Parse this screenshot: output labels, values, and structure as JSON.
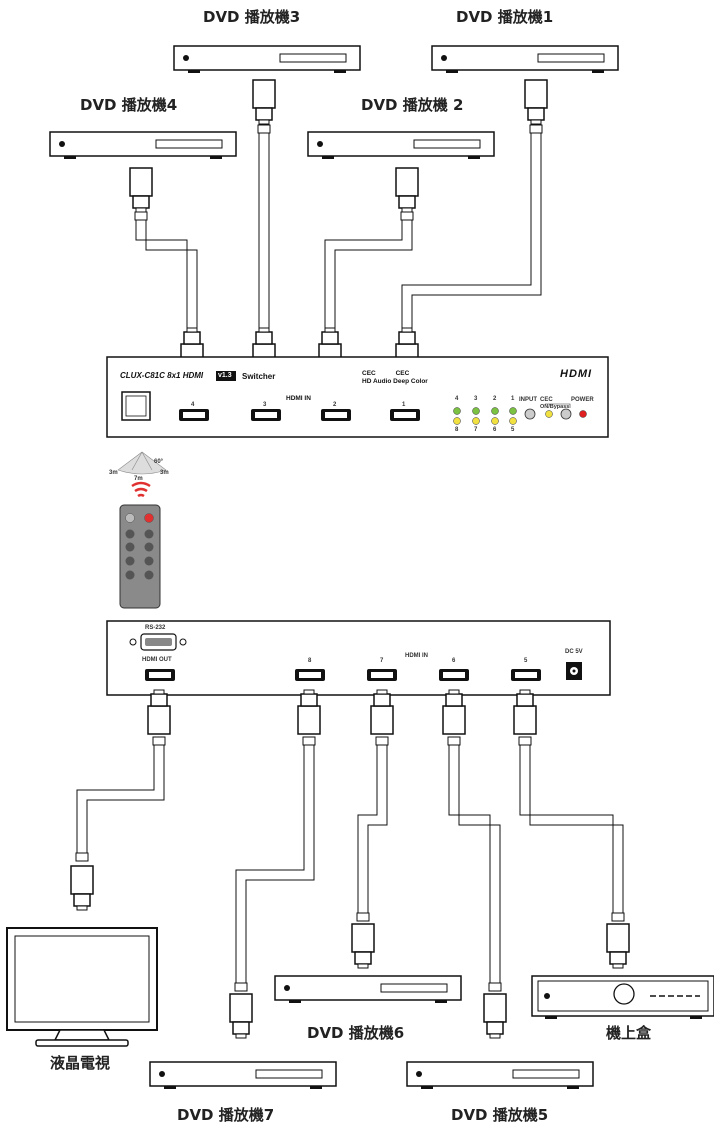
{
  "sources_top": {
    "dvd1": "DVD 播放機1",
    "dvd2": "DVD 播放機 2",
    "dvd3": "DVD 播放機3",
    "dvd4": "DVD 播放機4"
  },
  "sources_bottom": {
    "dvd5": "DVD 播放機5",
    "dvd6": "DVD 播放機6",
    "dvd7": "DVD 播放機7",
    "stb": "機上盒",
    "tv": "液晶電視"
  },
  "front_panel": {
    "model": "CLUX-C81C 8x1 HDMI",
    "version_badge": "v1.3",
    "switcher_word": "Switcher",
    "hdmi_in": "HDMI IN",
    "port_labels": [
      "4",
      "3",
      "2",
      "1"
    ],
    "features_line1": "CEC           CEC",
    "features_line2": "HD Audio   Deep Color",
    "hdmi_logo": "HDMI",
    "led_top": [
      "4",
      "3",
      "2",
      "1"
    ],
    "led_bottom": [
      "8",
      "7",
      "6",
      "5"
    ],
    "input_label": "INPUT",
    "cec_label": "CEC",
    "on_bypass_label": "ON/Bypass",
    "power_label": "POWER"
  },
  "remote_range": {
    "left": "3m",
    "center": "7m",
    "right": "3m",
    "angle": "60°"
  },
  "rear_panel": {
    "rs232": "RS-232",
    "hdmi_out": "HDMI OUT",
    "hdmi_in": "HDMI IN",
    "port_labels": [
      "8",
      "7",
      "6",
      "5"
    ],
    "dc_label": "DC 5V"
  },
  "colors": {
    "led_green": "#7cc242",
    "led_yellow": "#f0e040",
    "power_red": "#e02020",
    "remote_body": "#888888",
    "wireless_red": "#e03030"
  }
}
